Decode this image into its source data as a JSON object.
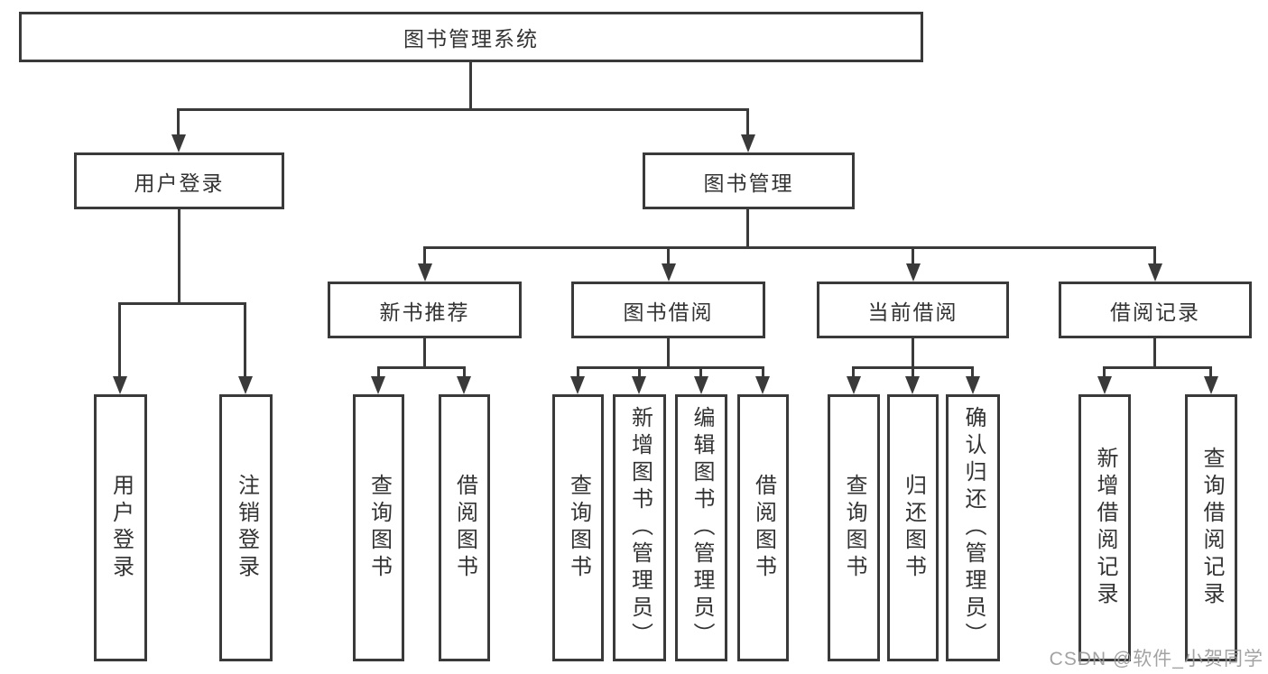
{
  "tree": {
    "label": "图书管理系统",
    "children": [
      {
        "label": "用户登录",
        "children": [
          {
            "label": "用户登录"
          },
          {
            "label": "注销登录"
          }
        ]
      },
      {
        "label": "图书管理",
        "children": [
          {
            "label": "新书推荐",
            "children": [
              {
                "label": "查询图书"
              },
              {
                "label": "借阅图书"
              }
            ]
          },
          {
            "label": "图书借阅",
            "children": [
              {
                "label": "查询图书"
              },
              {
                "label": "新增图书（管理员）"
              },
              {
                "label": "编辑图书（管理员）"
              },
              {
                "label": "借阅图书"
              }
            ]
          },
          {
            "label": "当前借阅",
            "children": [
              {
                "label": "查询图书"
              },
              {
                "label": "归还图书"
              },
              {
                "label": "确认归还（管理员）"
              }
            ]
          },
          {
            "label": "借阅记录",
            "children": [
              {
                "label": "新增借阅记录"
              },
              {
                "label": "查询借阅记录"
              }
            ]
          }
        ]
      }
    ]
  },
  "watermark": {
    "text": "CSDN @软件_小贺同学"
  },
  "colors": {
    "line": "#3a3a3a",
    "text": "#333333",
    "watermark": "#9a9a9a",
    "background": "#ffffff"
  }
}
